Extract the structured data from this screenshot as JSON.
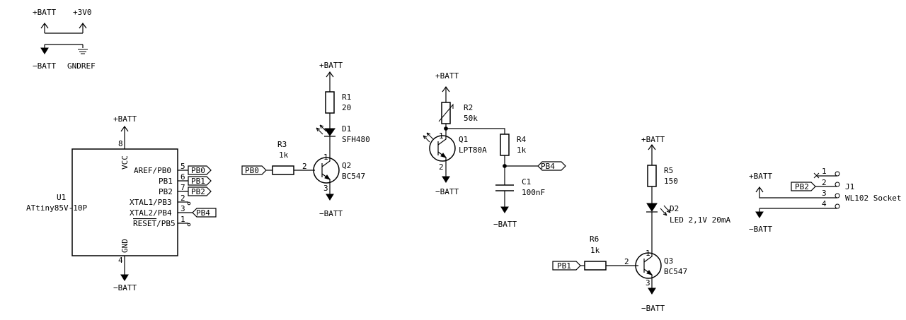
{
  "power_symbols": {
    "batt_plus": "+BATT",
    "v3v0": "+3V0",
    "batt_minus": "−BATT",
    "gndref": "GNDREF"
  },
  "u1": {
    "ref": "U1",
    "value": "ATtiny85V-10P",
    "pins": {
      "vcc_name": "VCC",
      "vcc_num": "8",
      "gnd_name": "GND",
      "gnd_num": "4",
      "pb0_name": "AREF/PB0",
      "pb0_num": "5",
      "pb1_name": "PB1",
      "pb1_num": "6",
      "pb2_name": "PB2",
      "pb2_num": "7",
      "pb3_name": "XTAL1/PB3",
      "pb3_num": "2",
      "pb4_name": "XTAL2/PB4",
      "pb4_num": "3",
      "pb5_name_bar": "RESET",
      "pb5_name_rest": "/PB5",
      "pb5_num": "1"
    }
  },
  "labels": {
    "pb0": "PB0",
    "pb1": "PB1",
    "pb2": "PB2",
    "pb4": "PB4"
  },
  "r1": {
    "ref": "R1",
    "value": "20"
  },
  "d1": {
    "ref": "D1",
    "value": "SFH480"
  },
  "r3": {
    "ref": "R3",
    "value": "1k"
  },
  "q2": {
    "ref": "Q2",
    "value": "BC547",
    "pin_b": "2",
    "pin_c": "1",
    "pin_e": "3"
  },
  "r2": {
    "ref": "R2",
    "value": "50k"
  },
  "q1": {
    "ref": "Q1",
    "value": "LPT80A",
    "pin_c": "1",
    "pin_e": "2"
  },
  "r4": {
    "ref": "R4",
    "value": "1k"
  },
  "c1": {
    "ref": "C1",
    "value": "100nF"
  },
  "r5": {
    "ref": "R5",
    "value": "150"
  },
  "d2": {
    "ref": "D2",
    "value": "LED 2,1V 20mA"
  },
  "r6": {
    "ref": "R6",
    "value": "1k"
  },
  "q3": {
    "ref": "Q3",
    "value": "BC547",
    "pin_b": "2",
    "pin_c": "1",
    "pin_e": "3"
  },
  "j1": {
    "ref": "J1",
    "value": "WL102 Socket",
    "pins": [
      "1",
      "2",
      "3",
      "4"
    ]
  }
}
